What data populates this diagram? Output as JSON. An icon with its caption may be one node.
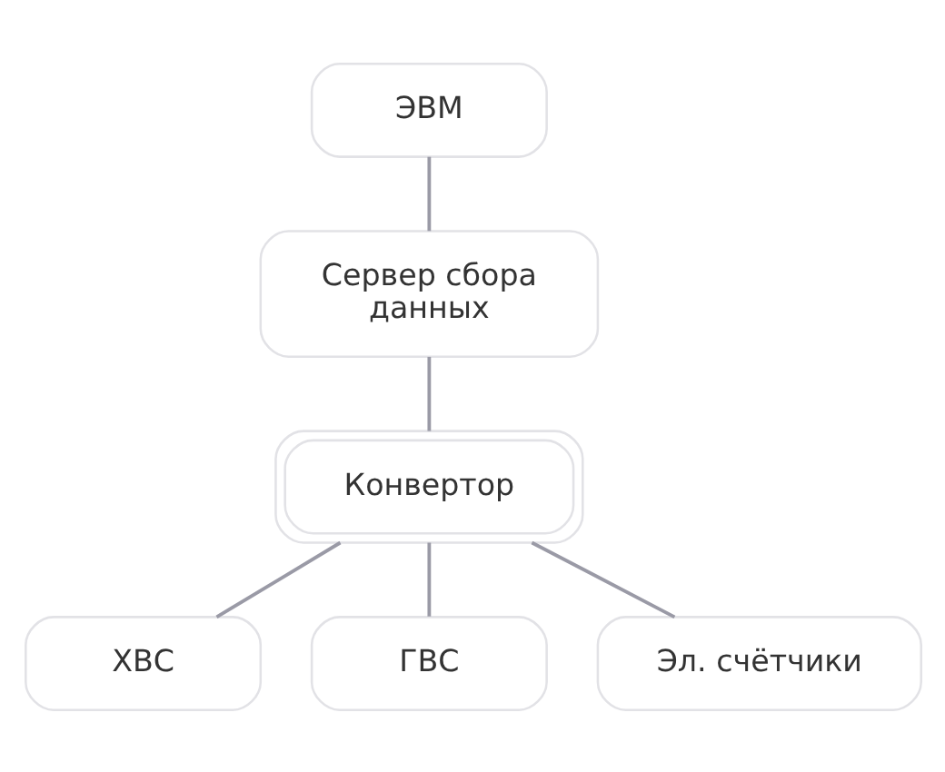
{
  "diagram": {
    "nodes": [
      {
        "text": [
          "ЭВМ"
        ]
      },
      {
        "text": [
          "Сервер сбора данных"
        ]
      },
      {
        "text": [
          "Конвертор"
        ]
      },
      {
        "text": [
          "ХВС"
        ]
      },
      {
        "text": [
          "ГВС"
        ]
      },
      {
        "text": [
          "Эл. счётчики"
        ]
      }
    ],
    "edges": [
      {
        "from": 0,
        "to": 1,
        "arrow": "none"
      },
      {
        "from": 1,
        "to": 2,
        "arrow": "none"
      },
      {
        "from": 2,
        "to": 3,
        "arrow": "none"
      },
      {
        "from": 2,
        "to": 4,
        "arrow": "none"
      },
      {
        "from": 2,
        "to": 5,
        "arrow": "none"
      }
    ]
  }
}
